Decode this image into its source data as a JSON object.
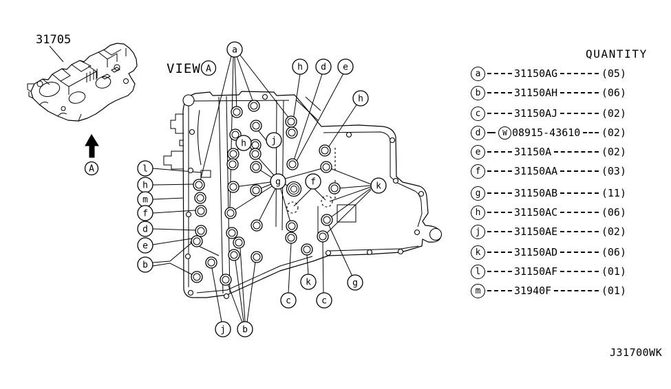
{
  "inset": {
    "part_number": "31705",
    "view_label": "VIEW",
    "view_ref_letter": "A",
    "arrow_ref_letter": "A"
  },
  "table": {
    "header": "QUANTITY",
    "rows": [
      {
        "letter": "a",
        "prefix": "",
        "part": "31150AG",
        "qty": "(05)"
      },
      {
        "letter": "b",
        "prefix": "",
        "part": "31150AH",
        "qty": "(06)"
      },
      {
        "letter": "c",
        "prefix": "",
        "part": "31150AJ",
        "qty": "(02)"
      },
      {
        "letter": "d",
        "prefix": "W",
        "part": "08915-43610",
        "qty": "(02)"
      },
      {
        "letter": "e",
        "prefix": "",
        "part": "31150A",
        "qty": "(02)"
      },
      {
        "letter": "f",
        "prefix": "",
        "part": "31150AA",
        "qty": "(03)"
      },
      {
        "letter": "g",
        "prefix": "",
        "part": "31150AB",
        "qty": "(11)"
      },
      {
        "letter": "h",
        "prefix": "",
        "part": "31150AC",
        "qty": "(06)"
      },
      {
        "letter": "j",
        "prefix": "",
        "part": "31150AE",
        "qty": "(02)"
      },
      {
        "letter": "k",
        "prefix": "",
        "part": "31150AD",
        "qty": "(06)"
      },
      {
        "letter": "l",
        "prefix": "",
        "part": "31150AF",
        "qty": "(01)"
      },
      {
        "letter": "m",
        "prefix": "",
        "part": "31940F",
        "qty": "(01)"
      }
    ]
  },
  "diagram": {
    "callouts": [
      "a",
      "h",
      "d",
      "e",
      "h",
      "j",
      "h",
      "g",
      "f",
      "k",
      "l",
      "h",
      "m",
      "f",
      "d",
      "e",
      "b",
      "j",
      "b",
      "c",
      "k",
      "c",
      "g"
    ]
  },
  "footer": {
    "drawing_code": "J31700WK"
  },
  "colors": {
    "ink": "#000000",
    "paper": "#ffffff"
  }
}
